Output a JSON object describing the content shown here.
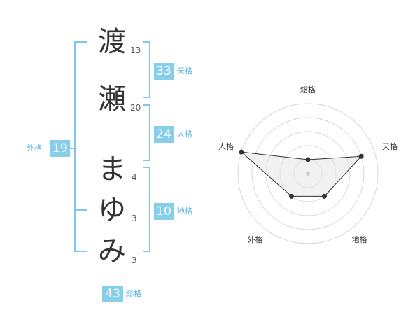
{
  "name_chars": [
    {
      "char": "渡",
      "strokes": "13"
    },
    {
      "char": "瀬",
      "strokes": "20"
    },
    {
      "char": "ま",
      "strokes": "4"
    },
    {
      "char": "ゆ",
      "strokes": "3"
    },
    {
      "char": "み",
      "strokes": "3"
    }
  ],
  "kakusu": {
    "tenkaku": {
      "value": "33",
      "label": "天格"
    },
    "jinkaku": {
      "value": "24",
      "label": "人格"
    },
    "chikaku": {
      "value": "10",
      "label": "地格"
    },
    "gaikaku": {
      "value": "19",
      "label": "外格"
    },
    "soukaku": {
      "value": "43",
      "label": "総格"
    }
  },
  "colors": {
    "accent": "#87ceeb",
    "accent_text": "#5bb8e0",
    "bracket": "#7ec8ef"
  },
  "chart_data": {
    "type": "radar",
    "axes": [
      "総格",
      "天格",
      "地格",
      "外格",
      "人格"
    ],
    "values": [
      1,
      4,
      2,
      2,
      5
    ],
    "range": [
      0,
      5
    ],
    "rings": 5,
    "grid": true,
    "fill_color": "#e8e8e8",
    "line_color": "#333333"
  }
}
